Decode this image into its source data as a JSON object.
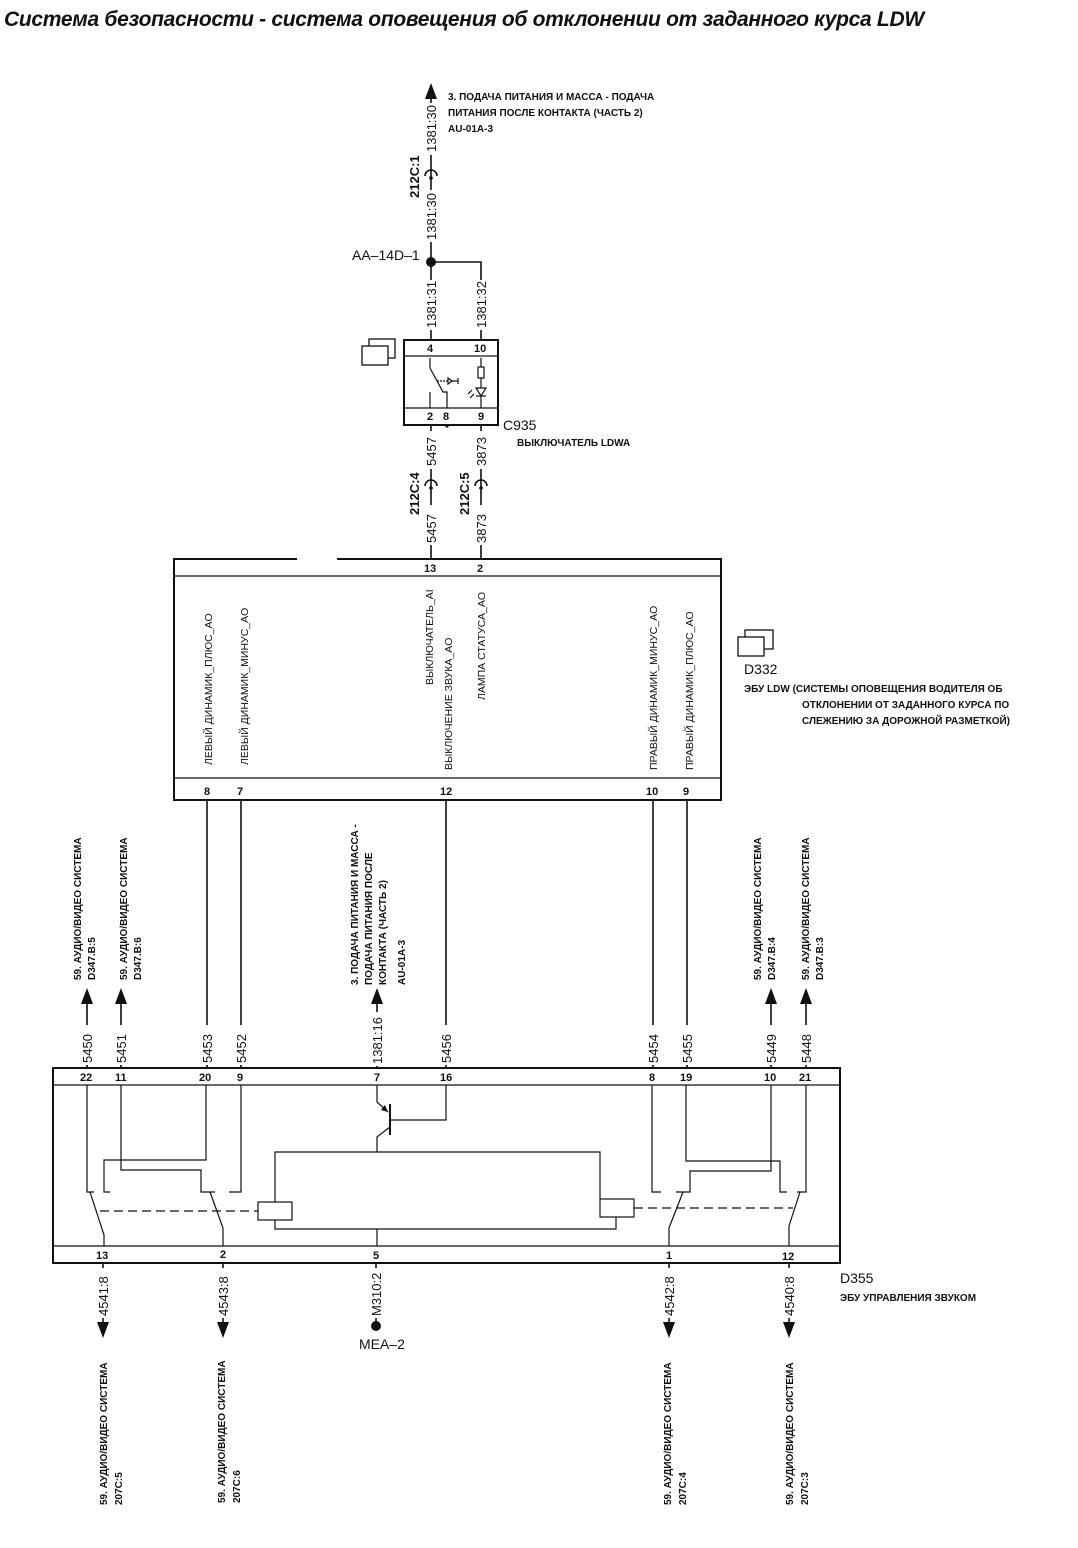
{
  "title": "Система безопасности - система оповещения об отклонении от заданного курса LDW",
  "top_feed": {
    "lines": [
      "3. ПОДАЧА ПИТАНИЯ И МАССА - ПОДАЧА",
      "ПИТАНИЯ ПОСЛЕ КОНТАКТА (ЧАСТЬ 2)",
      "AU-01A-3"
    ],
    "wire_upper": "1381:30",
    "wire_lower": "1381:30",
    "connector": "212C:1",
    "splice": "AA–14D–1",
    "branch_left": "1381:31",
    "branch_right": "1381:32"
  },
  "c935": {
    "id": "C935",
    "name": "ВЫКЛЮЧАТЕЛЬ LDWA",
    "pins_top": [
      "4",
      "10"
    ],
    "pins_bottom": [
      "2",
      "8",
      "9"
    ],
    "wire_left_upper": "5457",
    "wire_left_lower": "5457",
    "conn_left": "212C:4",
    "wire_right_upper": "3873",
    "wire_right_lower": "3873",
    "conn_right": "212C:5"
  },
  "d332": {
    "id": "D332",
    "name_lines": [
      "ЭБУ LDW   (СИСТЕМЫ ОПОВЕЩЕНИЯ ВОДИТЕЛЯ ОБ",
      "ОТКЛОНЕНИИ ОТ ЗАДАННОГО КУРСА ПО",
      "СЛЕЖЕНИЮ ЗА ДОРОЖНОЙ РАЗМЕТКОЙ)"
    ],
    "pins_top": [
      "13",
      "2"
    ],
    "pins_bottom": [
      "8",
      "7",
      "12",
      "10",
      "9"
    ],
    "signals": {
      "left_plus": "ЛЕВЫЙ ДИНАМИК_ПЛЮС_AO",
      "left_minus": "ЛЕВЫЙ ДИНАМИК_МИНУС_AO",
      "switch_ai": "ВЫКЛЮЧАТЕЛЬ_AI",
      "mute": "ВЫКЛЮЧЕНИЕ ЗВУКА_AO",
      "lamp": "ЛАМПА СТАТУСА_AO",
      "right_minus": "ПРАВЫЙ ДИНАМИК_МИНУС_AO",
      "right_plus": "ПРАВЫЙ ДИНАМИК_ПЛЮС_AO"
    }
  },
  "mid_feed": {
    "lines": [
      "3. ПОДАЧА ПИТАНИЯ И МАССА -",
      "ПОДАЧА ПИТАНИЯ ПОСЛЕ",
      "КОНТАКТА (ЧАСТЬ 2)",
      "AU-01A-3"
    ],
    "wire": "1381:16"
  },
  "av_up": [
    {
      "line1": "59. АУДИО/ВИДЕО СИСТЕМА",
      "line2": "D347.B:5",
      "wire": "5450"
    },
    {
      "line1": "59. АУДИО/ВИДЕО СИСТЕМА",
      "line2": "D347.B:6",
      "wire": "5451"
    },
    {
      "line1": "59. АУДИО/ВИДЕО СИСТЕМА",
      "line2": "D347.B:4",
      "wire": "5449"
    },
    {
      "line1": "59. АУДИО/ВИДЕО СИСТЕМА",
      "line2": "D347.B:3",
      "wire": "5448"
    }
  ],
  "links": {
    "w5453": "5453",
    "w5452": "5452",
    "w5456": "5456",
    "w5454": "5454",
    "w5455": "5455"
  },
  "d355": {
    "id": "D355",
    "name": "ЭБУ УПРАВЛЕНИЯ ЗВУКОМ",
    "pins_top": [
      "22",
      "11",
      "20",
      "9",
      "7",
      "16",
      "8",
      "19",
      "10",
      "21"
    ],
    "pins_bottom": [
      "13",
      "2",
      "5",
      "1",
      "12"
    ]
  },
  "av_down": [
    {
      "line1": "59. АУДИО/ВИДЕО СИСТЕМА",
      "line2": "207C:5",
      "wire": "4541:8"
    },
    {
      "line1": "59. АУДИО/ВИДЕО СИСТЕМА",
      "line2": "207C:6",
      "wire": "4543:8"
    },
    {
      "line1": "59. АУДИО/ВИДЕО СИСТЕМА",
      "line2": "207C:4",
      "wire": "4542:8"
    },
    {
      "line1": "59. АУДИО/ВИДЕО СИСТЕМА",
      "line2": "207C:3",
      "wire": "4540:8"
    }
  ],
  "ground": {
    "wire": "M310:2",
    "label": "MEA–2"
  }
}
